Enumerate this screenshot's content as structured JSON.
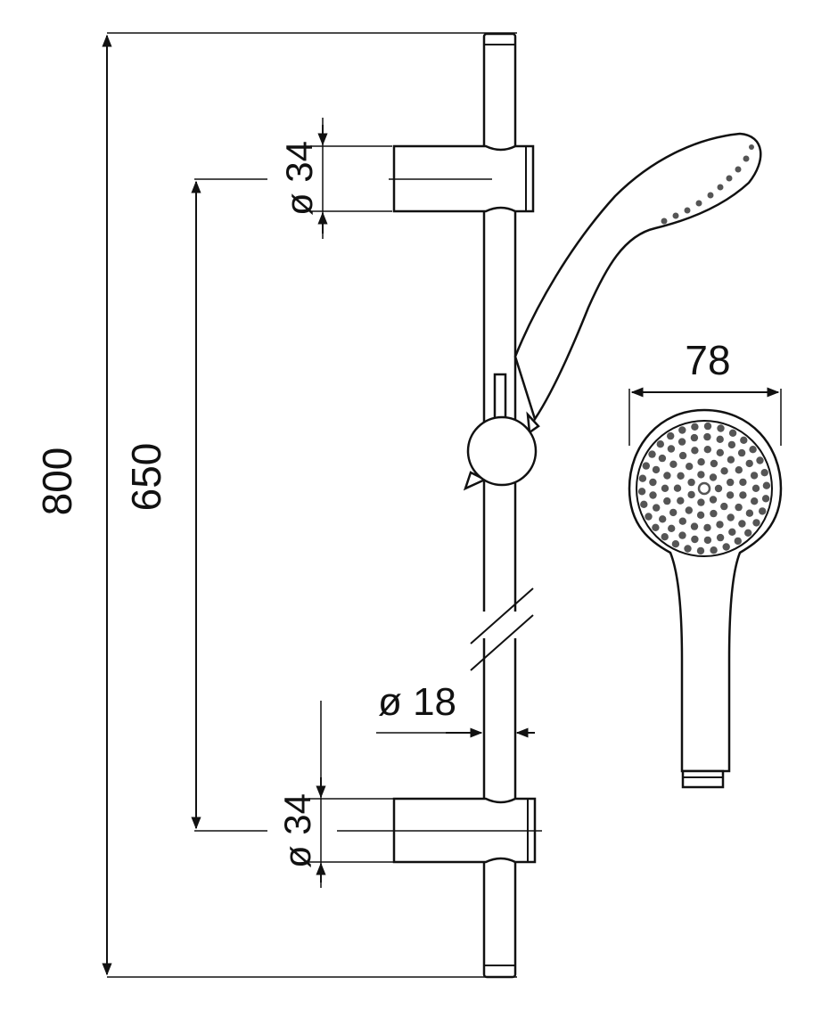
{
  "dimensions": {
    "overall_height": "800",
    "bracket_spacing": "650",
    "top_bracket_diameter": "ø 34",
    "bottom_bracket_diameter": "ø 34",
    "rail_diameter": "ø 18",
    "head_width": "78"
  },
  "colors": {
    "line": "#111111",
    "nozzle": "#555555",
    "background": "#ffffff"
  }
}
